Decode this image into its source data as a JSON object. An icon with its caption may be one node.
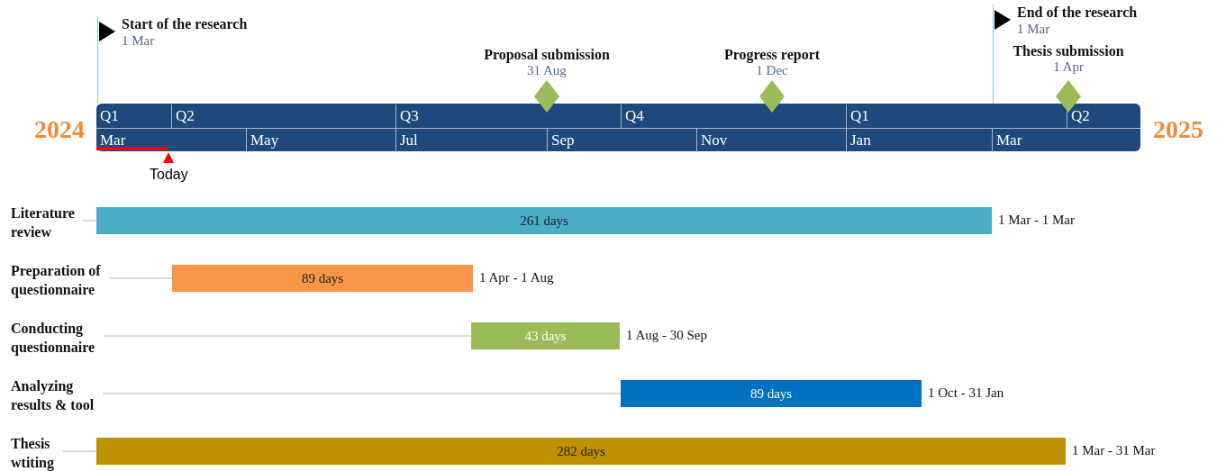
{
  "diagram": {
    "nodes": [
      {
        "text": [
          "Start of the research",
          "1 Mar"
        ]
      },
      {
        "text": [
          "Proposal submission",
          "31 Aug"
        ]
      },
      {
        "text": [
          "Progress report",
          "1 Dec"
        ]
      },
      {
        "text": [
          "End of the research",
          "1 Mar"
        ]
      },
      {
        "text": [
          "Thesis submission",
          "1 Apr"
        ]
      },
      {
        "text": [
          "Literature review",
          "261 days"
        ],
        "beside": [
          "1 Mar - 1 Mar"
        ]
      },
      {
        "text": [
          "Preparation of questionnaire",
          "89 days"
        ],
        "beside": [
          "1 Apr - 1 Aug"
        ]
      },
      {
        "text": [
          "Conducting questionnaire",
          "43 days"
        ],
        "beside": [
          "1 Aug - 30 Sep"
        ]
      },
      {
        "text": [
          "Analyzing results & tool",
          "89 days"
        ],
        "beside": [
          "1 Oct - 31 Jan"
        ]
      },
      {
        "text": [
          "Thesis wtiting",
          "282 days"
        ],
        "beside": [
          "1 Mar - 31 Mar"
        ]
      }
    ],
    "labels": [
      "2024",
      "Q1",
      "Q2",
      "Q3",
      "Q4",
      "Q1",
      "Q2",
      "2025",
      "Mar",
      "May",
      "Jul",
      "Sep",
      "Nov",
      "Jan",
      "Mar",
      "Today"
    ]
  }
}
